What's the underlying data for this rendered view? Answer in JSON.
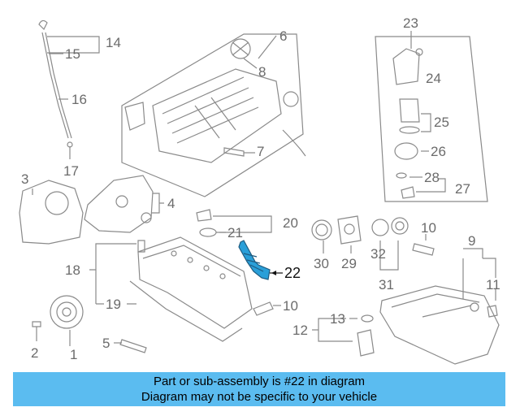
{
  "callouts": {
    "c1": "1",
    "c2": "2",
    "c3": "3",
    "c4": "4",
    "c5": "5",
    "c6": "6",
    "c7": "7",
    "c8": "8",
    "c9": "9",
    "c10a": "10",
    "c10b": "10",
    "c11": "11",
    "c12": "12",
    "c13": "13",
    "c14": "14",
    "c15": "15",
    "c16": "16",
    "c17": "17",
    "c18": "18",
    "c19": "19",
    "c20": "20",
    "c21": "21",
    "c22": "22",
    "c23": "23",
    "c24": "24",
    "c25": "25",
    "c26": "26",
    "c27": "27",
    "c28": "28",
    "c29": "29",
    "c30": "30",
    "c31": "31",
    "c32": "32"
  },
  "highlight": {
    "part": "22",
    "color": "#2a9fd8"
  },
  "banner": {
    "line1": "Part or sub-assembly is #22 in diagram",
    "line2": "Diagram may not be specific to your vehicle",
    "color": "#5bbcf0"
  }
}
